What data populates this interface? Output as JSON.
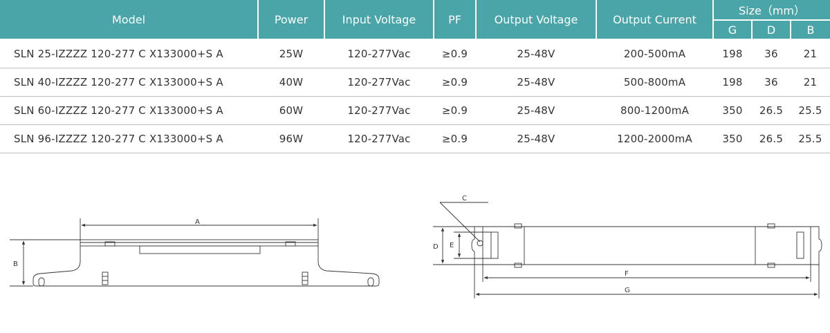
{
  "table": {
    "headers": {
      "model": "Model",
      "power": "Power",
      "input_voltage": "Input Voltage",
      "pf": "PF",
      "output_voltage": "Output Voltage",
      "output_current": "Output Current",
      "size": "Size（mm）",
      "size_g": "G",
      "size_d": "D",
      "size_b": "B"
    },
    "rows": [
      {
        "model": "SLN 25-IZZZZ 120-277 C X133000+S A",
        "power": "25W",
        "input_voltage": "120-277Vac",
        "pf": "≥0.9",
        "output_voltage": "25-48V",
        "output_current": "200-500mA",
        "g": "198",
        "d": "36",
        "b": "21"
      },
      {
        "model": "SLN 40-IZZZZ 120-277 C X133000+S A",
        "power": "40W",
        "input_voltage": "120-277Vac",
        "pf": "≥0.9",
        "output_voltage": "25-48V",
        "output_current": "500-800mA",
        "g": "198",
        "d": "36",
        "b": "21"
      },
      {
        "model": "SLN 60-IZZZZ 120-277 C X133000+S A",
        "power": "60W",
        "input_voltage": "120-277Vac",
        "pf": "≥0.9",
        "output_voltage": "25-48V",
        "output_current": "800-1200mA",
        "g": "350",
        "d": "26.5",
        "b": "25.5"
      },
      {
        "model": "SLN 96-IZZZZ 120-277 C X133000+S A",
        "power": "96W",
        "input_voltage": "120-277Vac",
        "pf": "≥0.9",
        "output_voltage": "25-48V",
        "output_current": "1200-2000mA",
        "g": "350",
        "d": "26.5",
        "b": "25.5"
      }
    ]
  },
  "drawings": {
    "side_view": {
      "label_a": "A",
      "label_b": "B"
    },
    "top_view": {
      "label_c": "C",
      "label_d": "D",
      "label_e": "E",
      "label_f": "F",
      "label_g": "G"
    }
  },
  "colors": {
    "header_bg": "#4aa5a9",
    "header_text": "#ffffff",
    "row_divider": "#bdbdbd"
  }
}
